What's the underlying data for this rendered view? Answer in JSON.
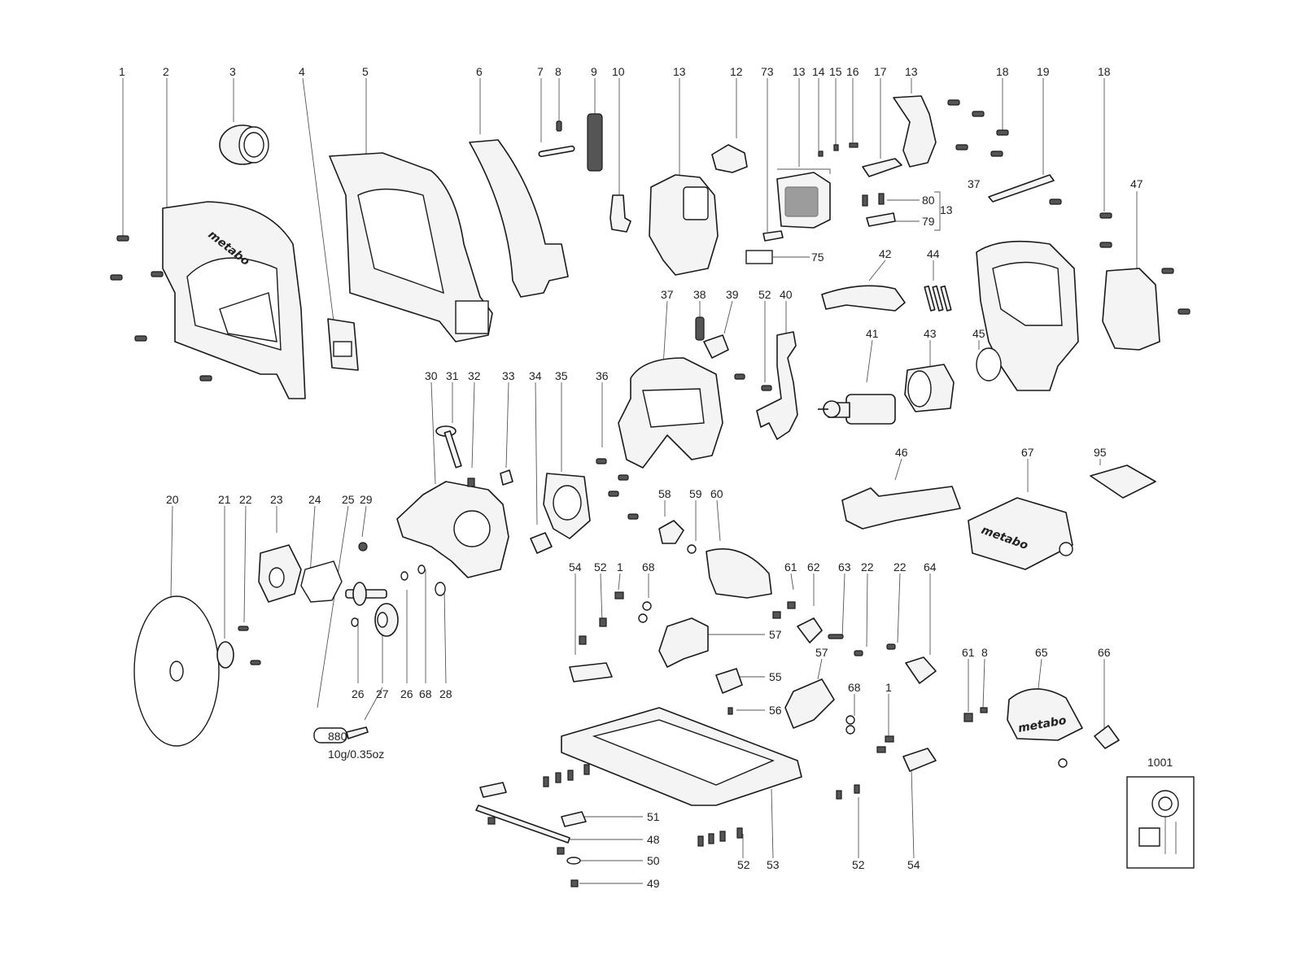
{
  "callouts": [
    {
      "n": "1",
      "label": "1"
    },
    {
      "n": "2",
      "label": "2"
    },
    {
      "n": "3",
      "label": "3"
    },
    {
      "n": "4",
      "label": "4"
    },
    {
      "n": "5",
      "label": "5"
    },
    {
      "n": "6",
      "label": "6"
    },
    {
      "n": "7",
      "label": "7"
    },
    {
      "n": "8",
      "label": "8"
    },
    {
      "n": "9",
      "label": "9"
    },
    {
      "n": "10",
      "label": "10"
    },
    {
      "n": "13a",
      "label": "13"
    },
    {
      "n": "12",
      "label": "12"
    },
    {
      "n": "73",
      "label": "73"
    },
    {
      "n": "13b",
      "label": "13"
    },
    {
      "n": "14",
      "label": "14"
    },
    {
      "n": "15",
      "label": "15"
    },
    {
      "n": "16",
      "label": "16"
    },
    {
      "n": "17",
      "label": "17"
    },
    {
      "n": "13c",
      "label": "13"
    },
    {
      "n": "18a",
      "label": "18"
    },
    {
      "n": "19",
      "label": "19"
    },
    {
      "n": "18b",
      "label": "18"
    },
    {
      "n": "80",
      "label": "80"
    },
    {
      "n": "13d",
      "label": "13"
    },
    {
      "n": "79",
      "label": "79"
    },
    {
      "n": "37a",
      "label": "37"
    },
    {
      "n": "47",
      "label": "47"
    },
    {
      "n": "75",
      "label": "75"
    },
    {
      "n": "42",
      "label": "42"
    },
    {
      "n": "44",
      "label": "44"
    },
    {
      "n": "37b",
      "label": "37"
    },
    {
      "n": "38",
      "label": "38"
    },
    {
      "n": "39",
      "label": "39"
    },
    {
      "n": "52a",
      "label": "52"
    },
    {
      "n": "40",
      "label": "40"
    },
    {
      "n": "41",
      "label": "41"
    },
    {
      "n": "43",
      "label": "43"
    },
    {
      "n": "45",
      "label": "45"
    },
    {
      "n": "30",
      "label": "30"
    },
    {
      "n": "31",
      "label": "31"
    },
    {
      "n": "32",
      "label": "32"
    },
    {
      "n": "33",
      "label": "33"
    },
    {
      "n": "34",
      "label": "34"
    },
    {
      "n": "35",
      "label": "35"
    },
    {
      "n": "36",
      "label": "36"
    },
    {
      "n": "46",
      "label": "46"
    },
    {
      "n": "67",
      "label": "67"
    },
    {
      "n": "95",
      "label": "95"
    },
    {
      "n": "20",
      "label": "20"
    },
    {
      "n": "21",
      "label": "21"
    },
    {
      "n": "22a",
      "label": "22"
    },
    {
      "n": "23",
      "label": "23"
    },
    {
      "n": "24",
      "label": "24"
    },
    {
      "n": "25",
      "label": "25"
    },
    {
      "n": "29",
      "label": "29"
    },
    {
      "n": "58",
      "label": "58"
    },
    {
      "n": "59",
      "label": "59"
    },
    {
      "n": "60",
      "label": "60"
    },
    {
      "n": "54a",
      "label": "54"
    },
    {
      "n": "52b",
      "label": "52"
    },
    {
      "n": "1b",
      "label": "1"
    },
    {
      "n": "68a",
      "label": "68"
    },
    {
      "n": "61a",
      "label": "61"
    },
    {
      "n": "62",
      "label": "62"
    },
    {
      "n": "63",
      "label": "63"
    },
    {
      "n": "22b",
      "label": "22"
    },
    {
      "n": "22c",
      "label": "22"
    },
    {
      "n": "64",
      "label": "64"
    },
    {
      "n": "57a",
      "label": "57"
    },
    {
      "n": "57b",
      "label": "57"
    },
    {
      "n": "26a",
      "label": "26"
    },
    {
      "n": "27",
      "label": "27"
    },
    {
      "n": "26b",
      "label": "26"
    },
    {
      "n": "68b",
      "label": "68"
    },
    {
      "n": "28",
      "label": "28"
    },
    {
      "n": "55",
      "label": "55"
    },
    {
      "n": "56",
      "label": "56"
    },
    {
      "n": "68c",
      "label": "68"
    },
    {
      "n": "1c",
      "label": "1"
    },
    {
      "n": "61b",
      "label": "61"
    },
    {
      "n": "8b",
      "label": "8"
    },
    {
      "n": "65",
      "label": "65"
    },
    {
      "n": "66",
      "label": "66"
    },
    {
      "n": "1001",
      "label": "1001"
    },
    {
      "n": "51",
      "label": "51"
    },
    {
      "n": "48",
      "label": "48"
    },
    {
      "n": "50",
      "label": "50"
    },
    {
      "n": "49",
      "label": "49"
    },
    {
      "n": "52c",
      "label": "52"
    },
    {
      "n": "53",
      "label": "53"
    },
    {
      "n": "52d",
      "label": "52"
    },
    {
      "n": "54b",
      "label": "54"
    }
  ],
  "grease": {
    "number": "880",
    "quantity": "10g/0.35oz"
  },
  "logos": [
    "metabo",
    "metabo",
    "metabo"
  ],
  "colors": {
    "line": "#1a1a1a",
    "fill": "#f4f4f4",
    "text": "#222222"
  }
}
